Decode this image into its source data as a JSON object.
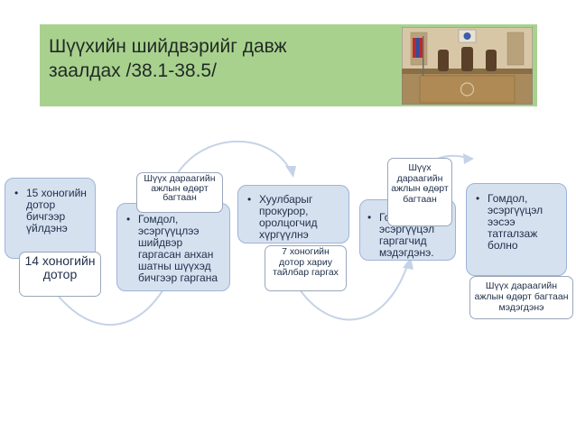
{
  "title": "Шүүхийн шийдвэрийг давж заалдах /38.1-38.5/",
  "steps": [
    {
      "text": "15 хоногийн дотор бичгээр үйлдэнэ",
      "note": "14 хоногийн дотор"
    },
    {
      "text": "Гомдол, эсэргүүцлээ шийдвэр гаргасан анхан шатны шүүхэд бичгээр гаргана",
      "note": "Шүүх дараагийн ажлын өдөрт багтаан"
    },
    {
      "text": "Хуулбарыг прокурор, оролцогчид хүргүүлнэ",
      "note": "7 хоногийн дотор хариу тайлбар гаргах"
    },
    {
      "text": "Гомдол, эсэргүүцэл гаргагчид мэдэгдэнэ.",
      "note": "Шүүх дараагийн ажлын өдөрт багтаан"
    },
    {
      "text": "Гомдол, эсэргүүцэл ээсээ татгалзаж болно",
      "note": "Шүүх дараагийн ажлын өдөрт багтаан мэдэгдэнэ"
    }
  ],
  "colors": {
    "banner": "#a9d18e",
    "box_fill": "#d6e1f0",
    "box_border": "#9db4d6",
    "arrow": "#c5d3e8"
  }
}
